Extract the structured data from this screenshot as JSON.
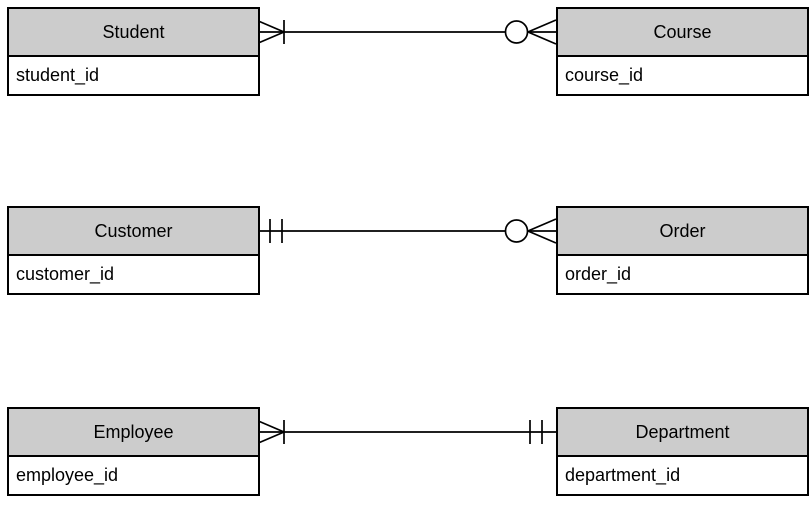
{
  "colors": {
    "background": "#ffffff",
    "header-fill": "#cccccc",
    "body-fill": "#ffffff",
    "border": "#000000",
    "line": "#000000"
  },
  "entities": [
    {
      "name": "Student",
      "attribute": "student_id",
      "position": "top-left"
    },
    {
      "name": "Course",
      "attribute": "course_id",
      "position": "top-right"
    },
    {
      "name": "Customer",
      "attribute": "customer_id",
      "position": "middle-left"
    },
    {
      "name": "Order",
      "attribute": "order_id",
      "position": "middle-right"
    },
    {
      "name": "Employee",
      "attribute": "employee_id",
      "position": "bottom-left"
    },
    {
      "name": "Department",
      "attribute": "department_id",
      "position": "bottom-right"
    }
  ],
  "relationships": [
    {
      "from_entity": "Student",
      "to_entity": "Course",
      "from_cardinality": "one-or-many",
      "to_cardinality": "zero-or-many"
    },
    {
      "from_entity": "Customer",
      "to_entity": "Order",
      "from_cardinality": "exactly-one",
      "to_cardinality": "zero-or-many"
    },
    {
      "from_entity": "Employee",
      "to_entity": "Department",
      "from_cardinality": "one-or-many",
      "to_cardinality": "exactly-one"
    }
  ]
}
